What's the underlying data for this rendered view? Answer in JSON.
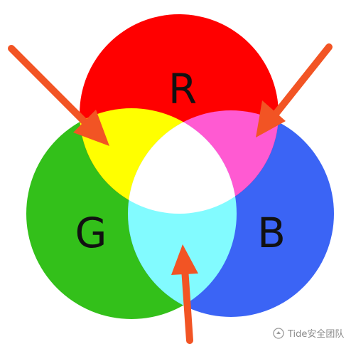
{
  "labels": {
    "r": "R",
    "g": "G",
    "b": "B"
  },
  "colors": {
    "red": "#ff0000",
    "green": "#33c01a",
    "blue": "#3b64f5",
    "yellow": "#ffff00",
    "magenta": "#ff5ad2",
    "cyan": "#82fbff",
    "white": "#ffffff",
    "arrow": "#f25424"
  },
  "watermark": {
    "text": "Tide安全团队"
  }
}
